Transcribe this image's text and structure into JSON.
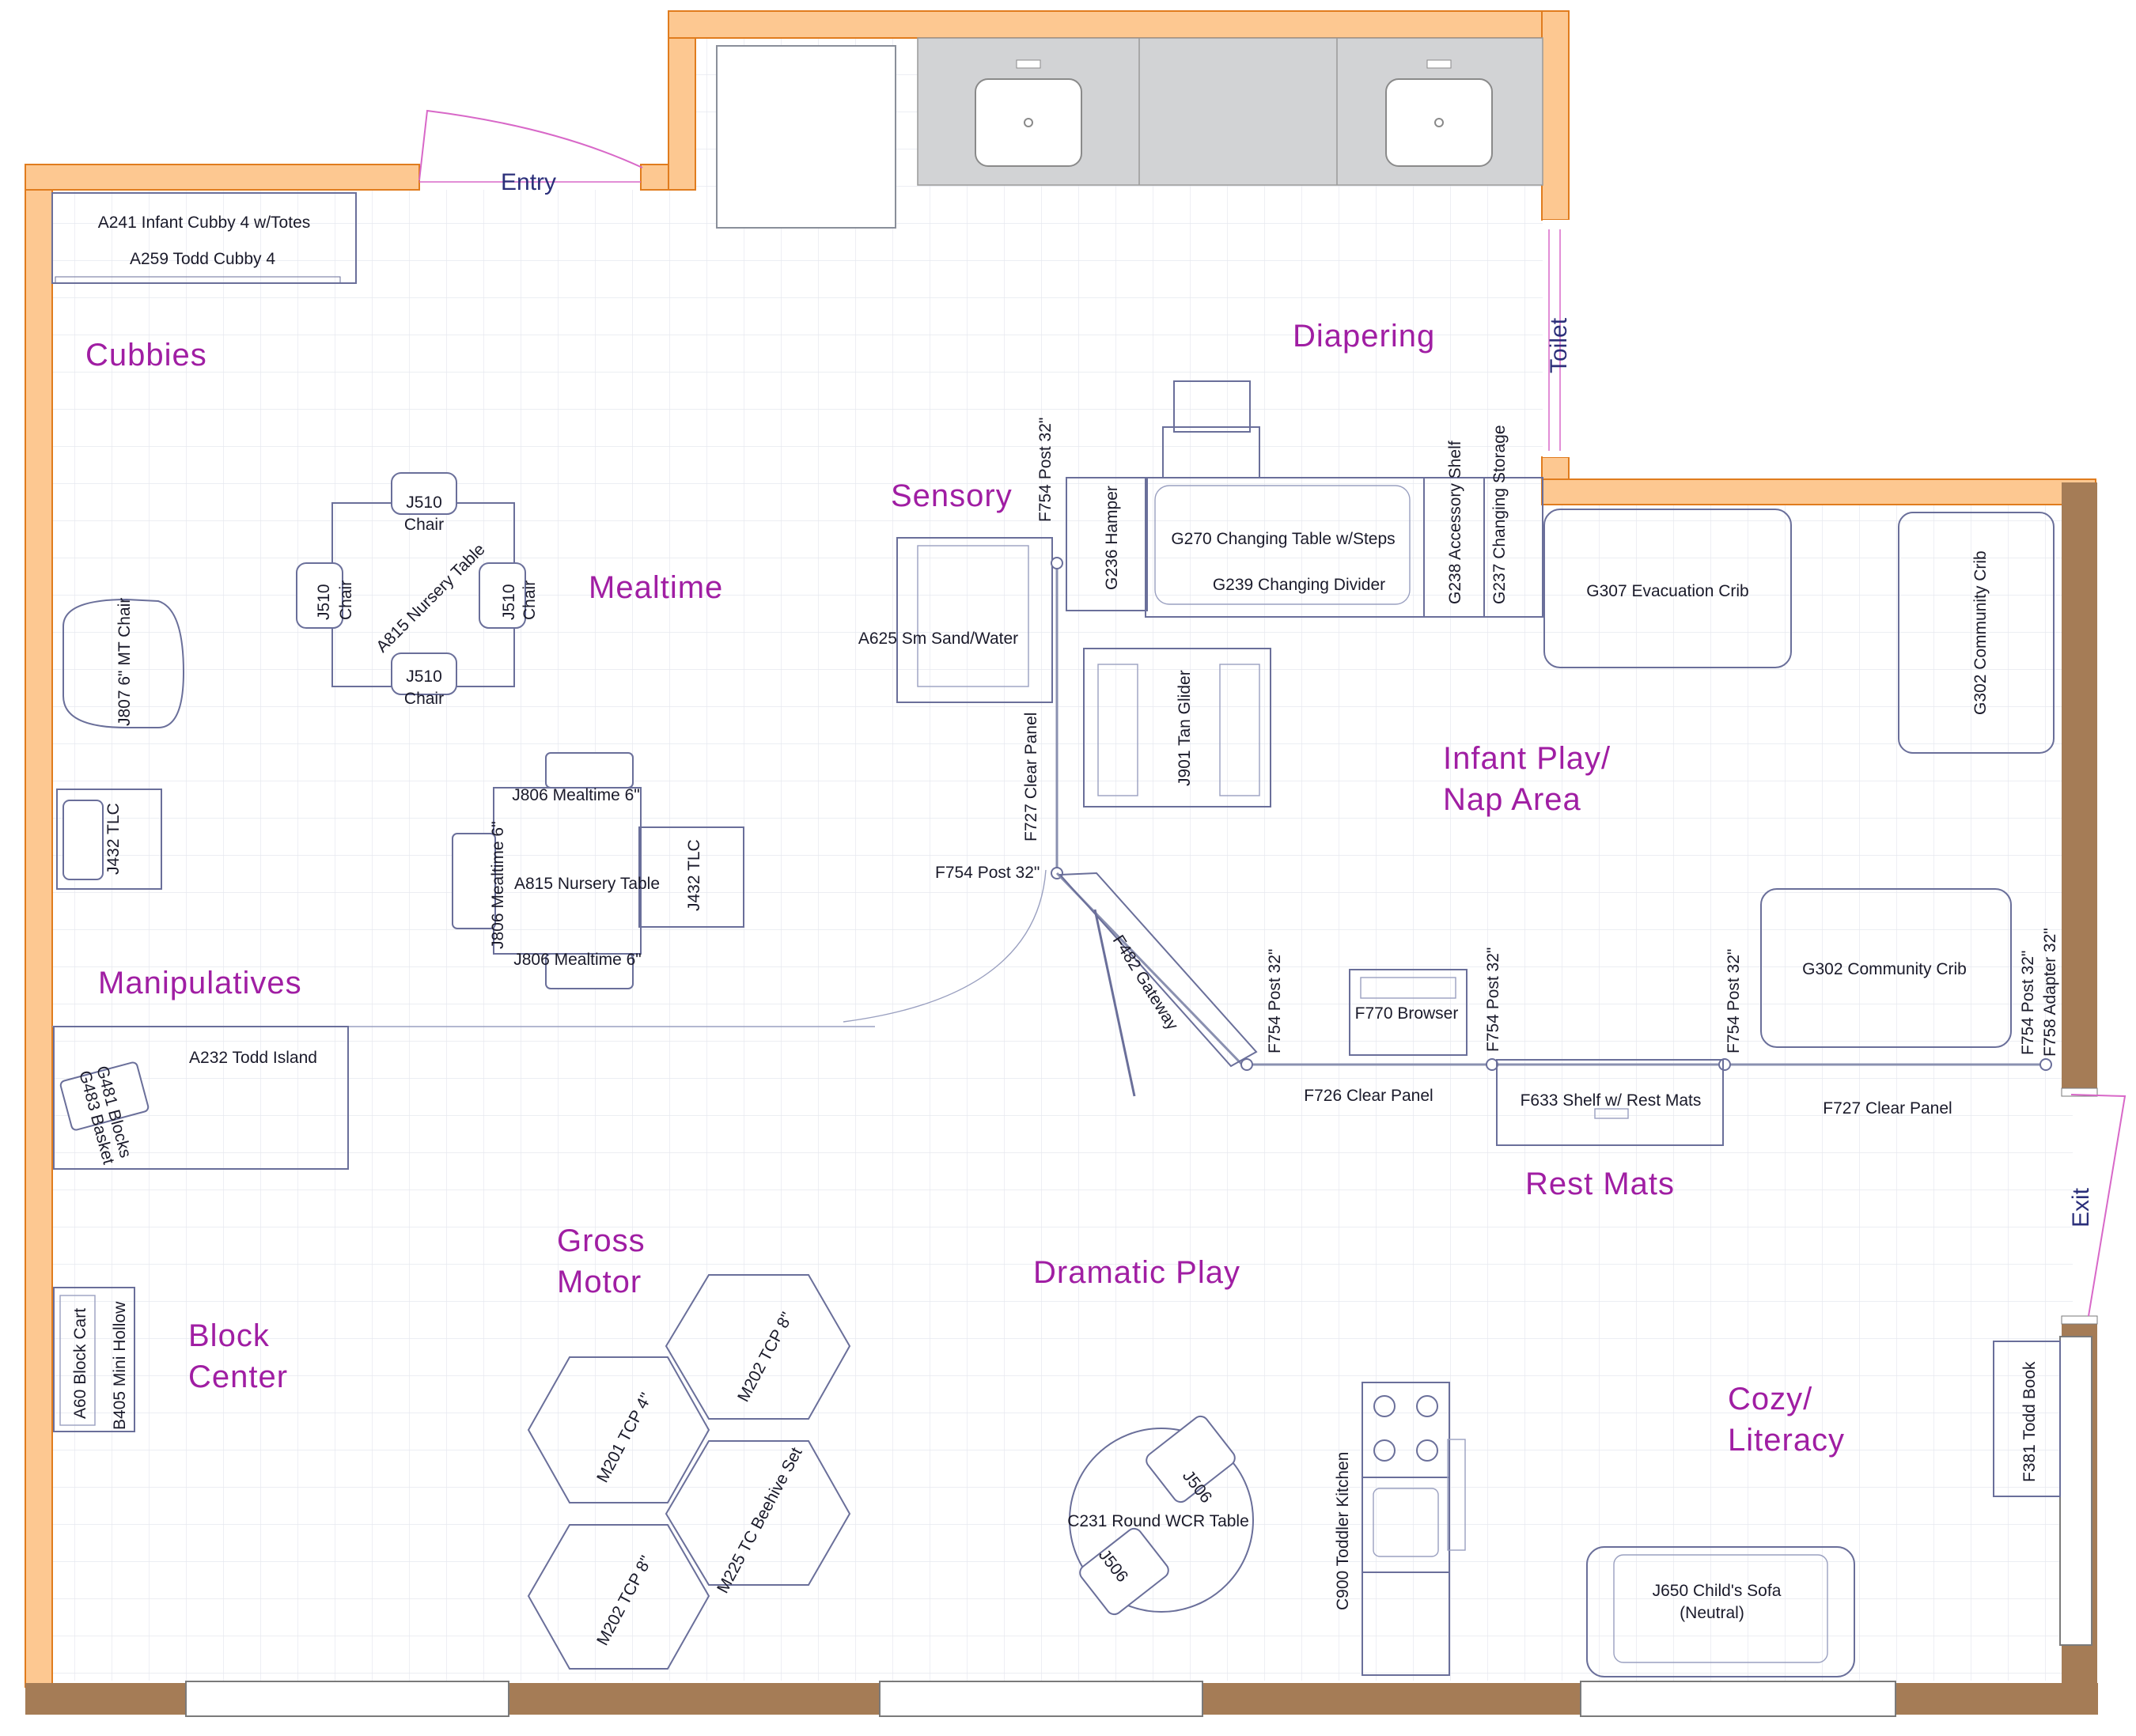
{
  "colors": {
    "wall_orange": "#fdc891",
    "wall_edge": "#e07c1e",
    "wall_brown": "#a57c56",
    "zone_label": "#a01ea3",
    "door_label": "#2b2f7a",
    "counter": "#d2d3d5",
    "grid": "#e6e8ef",
    "furniture": "#6a6f9a"
  },
  "doors": {
    "entry": "Entry",
    "toilet": "Toilet",
    "exit": "Exit"
  },
  "zones": {
    "cubbies": "Cubbies",
    "diapering": "Diapering",
    "sensory": "Sensory",
    "mealtime": "Mealtime",
    "infant_play_1": "Infant Play/",
    "infant_play_2": "Nap Area",
    "manipulatives": "Manipulatives",
    "rest_mats": "Rest Mats",
    "gross_motor_1": "Gross",
    "gross_motor_2": "Motor",
    "dramatic_play": "Dramatic Play",
    "block_center_1": "Block",
    "block_center_2": "Center",
    "cozy_1": "Cozy/",
    "cozy_2": "Literacy"
  },
  "labels": {
    "a241": "A241 Infant Cubby 4 w/Totes",
    "a259": "A259 Todd Cubby 4",
    "f754_a": "F754 Post 32\"",
    "g236": "G236 Hamper",
    "g270": "G270 Changing Table w/Steps",
    "g239": "G239 Changing Divider",
    "g238": "G238 Accessory Shelf",
    "g237": "G237 Changing Storage",
    "g307": "G307 Evacuation Crib",
    "g302_a": "G302 Community Crib",
    "j510_top_1": "J510",
    "j510_top_2": "Chair",
    "j510_left_1": "J510",
    "j510_left_2": "Chair",
    "j510_right_1": "J510",
    "j510_right_2": "Chair",
    "j510_bottom_1": "J510",
    "j510_bottom_2": "Chair",
    "a815_a": "A815 Nursery Table",
    "j807": "J807 6\" MT Chair",
    "a625": "A625 Sm Sand/Water",
    "j901": "J901 Tan Glider",
    "f727_a": "F727 Clear Panel",
    "j432_a": "J432 TLC",
    "j806_top": "J806 Mealtime 6\"",
    "j806_left": "J806 Mealtime 6\"",
    "a815_b": "A815 Nursery Table",
    "j432_b": "J432 TLC",
    "j806_bottom": "J806 Mealtime 6\"",
    "f754_b": "F754 Post 32\"",
    "f482": "F482 Gateway",
    "f754_c": "F754 Post 32\"",
    "f770": "F770 Browser",
    "f754_d": "F754 Post 32\"",
    "f754_e": "F754 Post 32\"",
    "g302_b": "G302 Community Crib",
    "f754_f": "F754 Post 32\"",
    "f758": "F758 Adapter 32\"",
    "a232": "A232 Todd Island",
    "g481": "G481 Blocks",
    "g483": "G483 Basket",
    "f726": "F726 Clear Panel",
    "f633": "F633 Shelf w/ Rest Mats",
    "f727_b": "F727 Clear Panel",
    "a60": "A60 Block Cart",
    "b405": "B405 Mini Hollow",
    "m202_a": "M202 TCP 8\"",
    "m201": "M201 TCP 4\"",
    "m225": "M225 TC Beehive Set",
    "m202_b": "M202 TCP 8\"",
    "j506_a": "J506",
    "c231": "C231 Round WCR Table",
    "j506_b": "J506",
    "c900": "C900 Toddler Kitchen",
    "j650_1": "J650 Child's Sofa",
    "j650_2": "(Neutral)",
    "f381": "F381 Todd Book"
  }
}
